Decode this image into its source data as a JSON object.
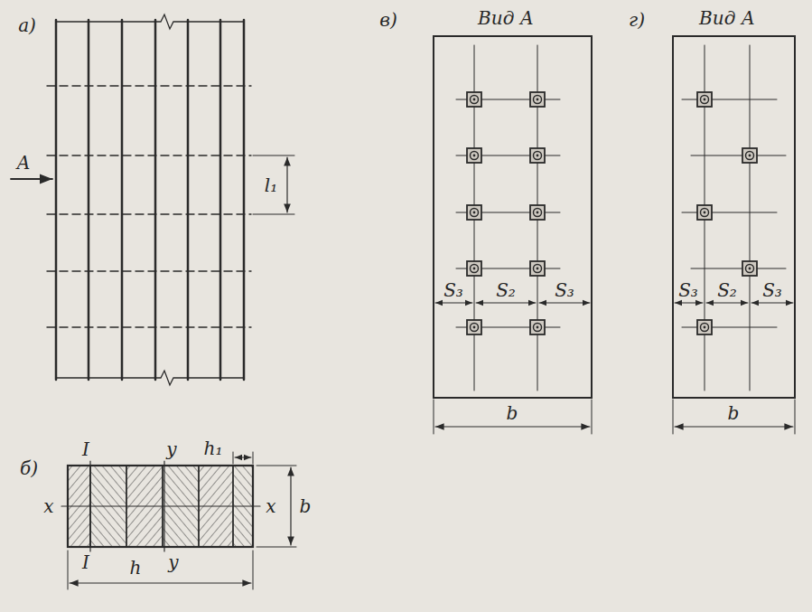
{
  "diagram": {
    "labels": [
      "а)",
      "А",
      "l₁",
      "б)",
      "I",
      "y",
      "h₁",
      "x",
      "x",
      "b",
      "I",
      "h",
      "y",
      "в)",
      "Вид А",
      "S₃",
      "S₂",
      "S₃",
      "b",
      "г)",
      "Вид А",
      "S₃",
      "S₂",
      "S₃",
      "b"
    ]
  }
}
